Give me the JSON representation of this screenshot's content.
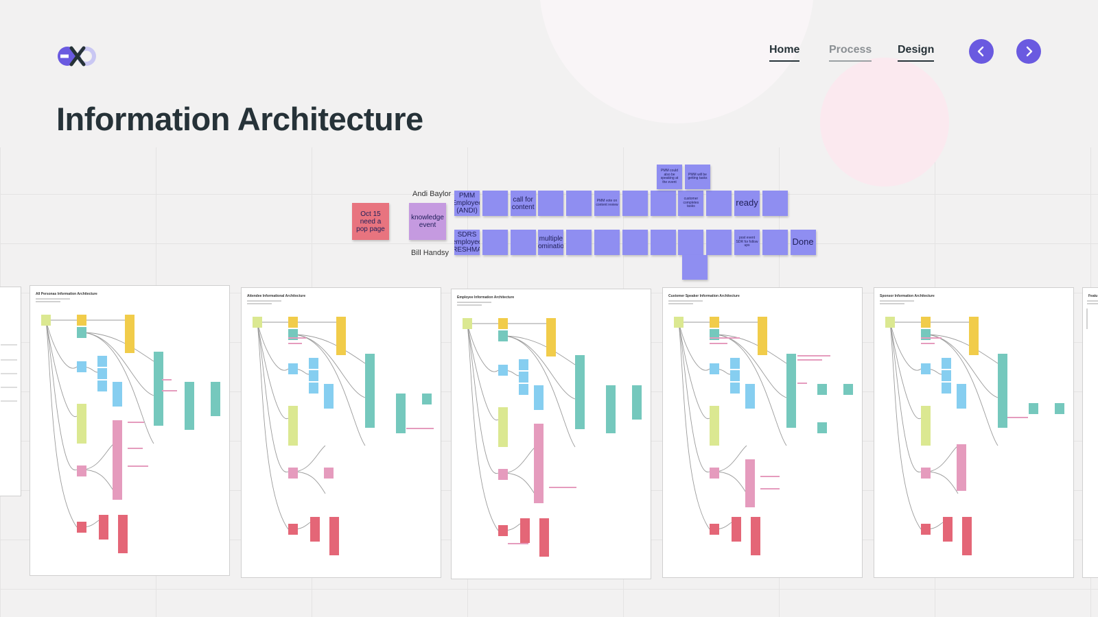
{
  "nav": {
    "home": "Home",
    "process": "Process",
    "design": "Design"
  },
  "title": "Information Architecture",
  "colors": {
    "accent": "#6a5ae0",
    "title": "#263238",
    "sticky_blue": "#8f8ef1",
    "sticky_red": "#e8747f",
    "sticky_purple": "#c59ae0"
  },
  "icons": {
    "prev": "chevron-left-icon",
    "next": "chevron-right-icon"
  },
  "swimlanes": {
    "lane1_label": "Andi Baylor",
    "lane2_label": "Bill Handsy"
  },
  "stickies": {
    "oct15": "Oct 15 need a pop page",
    "knowledge_event": "knowledge event",
    "lane1": [
      "PMM Employee (ANDI)",
      "",
      "call for content",
      "",
      "",
      "PMM vote on content review",
      "",
      "",
      "customer completes tasks",
      "",
      "ready",
      ""
    ],
    "lane1_top": [
      "PMM could also be speaking at the event",
      "PMM will be getting tasks"
    ],
    "lane2": [
      "SDRS employee (RESHMA)",
      "",
      "",
      "multiple nomination",
      "",
      "",
      "",
      "",
      "",
      "",
      "post event SDR for follow ups",
      "",
      "Done"
    ],
    "lane2_bottom": ""
  },
  "boards": [
    {
      "title": "All Personas Information Architecture"
    },
    {
      "title": "Attendee Informational Architecture"
    },
    {
      "title": "Employee Information Architecture"
    },
    {
      "title": "Customer Speaker Information Architecture"
    },
    {
      "title": "Sponsor Information Architecture"
    },
    {
      "title": "Featu"
    }
  ]
}
